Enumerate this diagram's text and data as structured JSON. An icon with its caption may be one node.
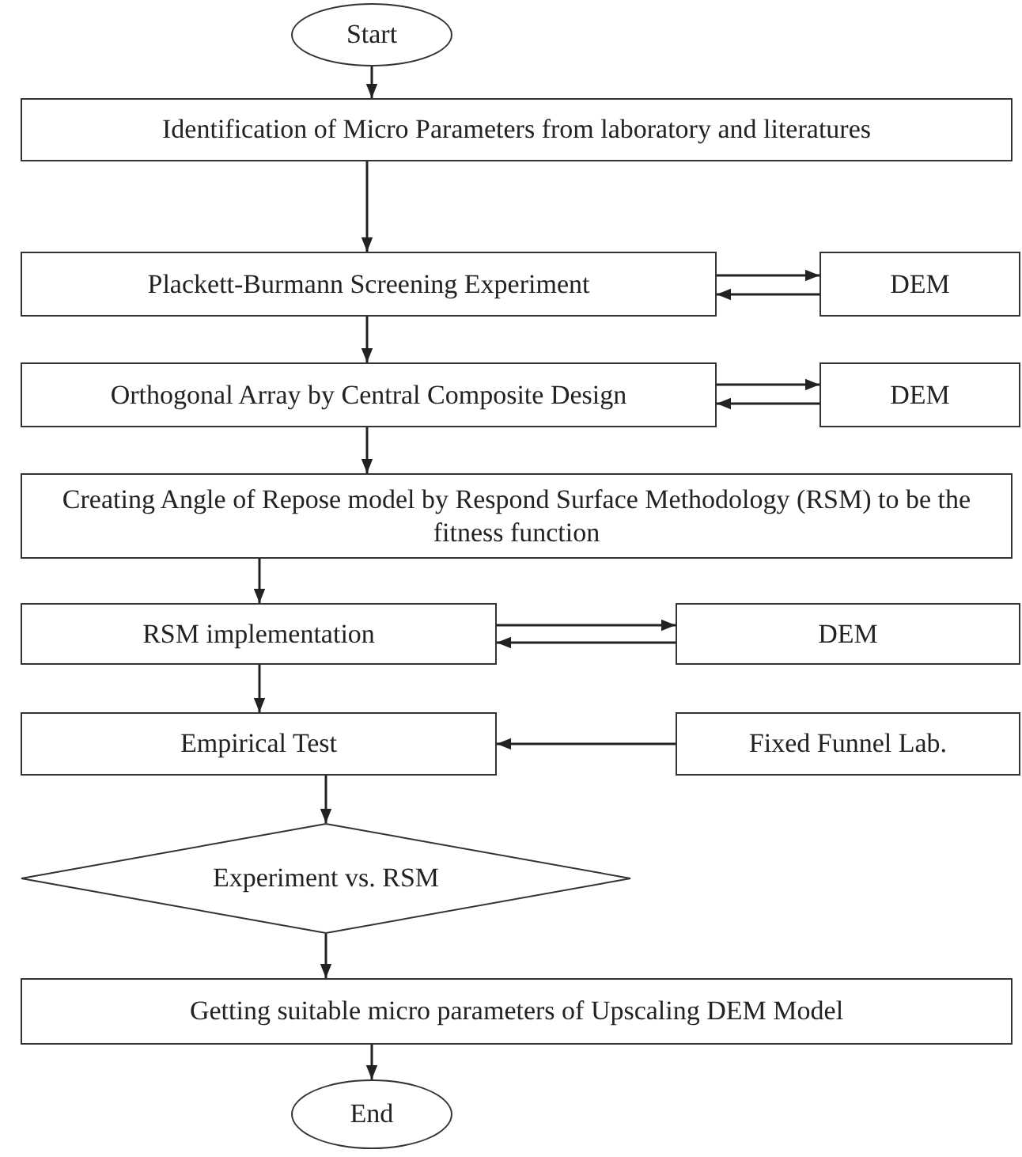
{
  "diagram": {
    "nodes": [
      {
        "text": [
          "Start"
        ]
      },
      {
        "text": [
          "Identification of Micro Parameters from laboratory and literatures"
        ]
      },
      {
        "text": [
          "Plackett-Burmann Screening Experiment"
        ]
      },
      {
        "text": [
          "DEM"
        ]
      },
      {
        "text": [
          "Orthogonal Array by Central Composite Design"
        ]
      },
      {
        "text": [
          "DEM"
        ]
      },
      {
        "text": [
          "Creating Angle of Repose model by Respond Surface Methodology (RSM) to be the fitness function"
        ]
      },
      {
        "text": [
          "RSM implementation"
        ]
      },
      {
        "text": [
          "DEM"
        ]
      },
      {
        "text": [
          "Empirical Test"
        ]
      },
      {
        "text": [
          "Fixed Funnel Lab."
        ]
      },
      {
        "text": [
          "Experiment vs. RSM"
        ]
      },
      {
        "text": [
          "Getting suitable micro parameters of Upscaling DEM Model"
        ]
      },
      {
        "text": [
          "End"
        ]
      }
    ],
    "edges": [
      {
        "from": 0,
        "to": 1,
        "arrow": "to"
      },
      {
        "from": 1,
        "to": 2,
        "arrow": "to"
      },
      {
        "from": 2,
        "to": 3,
        "arrow": "to"
      },
      {
        "from": 3,
        "to": 2,
        "arrow": "to"
      },
      {
        "from": 2,
        "to": 4,
        "arrow": "to"
      },
      {
        "from": 4,
        "to": 5,
        "arrow": "to"
      },
      {
        "from": 5,
        "to": 4,
        "arrow": "to"
      },
      {
        "from": 4,
        "to": 6,
        "arrow": "to"
      },
      {
        "from": 6,
        "to": 7,
        "arrow": "to"
      },
      {
        "from": 7,
        "to": 8,
        "arrow": "to"
      },
      {
        "from": 8,
        "to": 7,
        "arrow": "to"
      },
      {
        "from": 7,
        "to": 9,
        "arrow": "to"
      },
      {
        "from": 10,
        "to": 9,
        "arrow": "to"
      },
      {
        "from": 9,
        "to": 11,
        "arrow": "to"
      },
      {
        "from": 11,
        "to": 12,
        "arrow": "to"
      },
      {
        "from": 12,
        "to": 13,
        "arrow": "to"
      }
    ]
  }
}
